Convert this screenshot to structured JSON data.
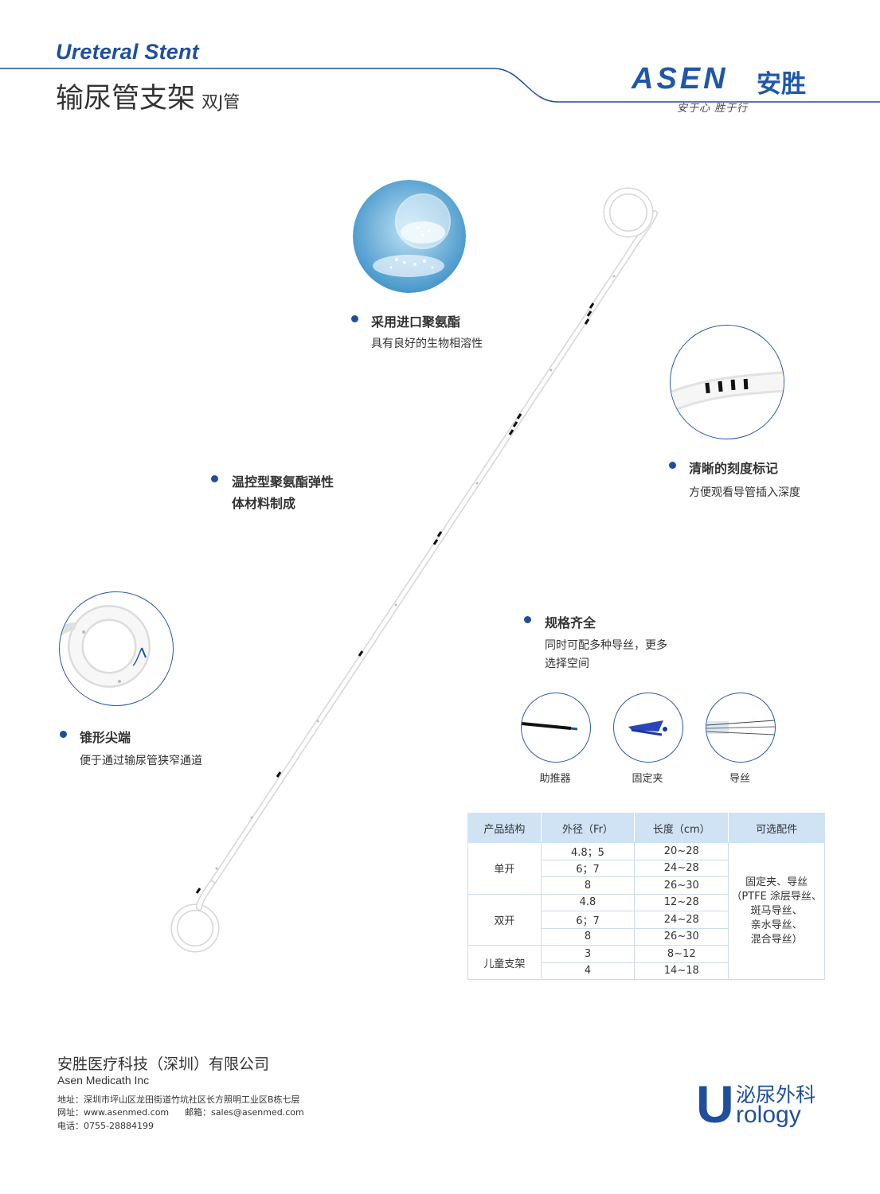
{
  "header": {
    "title_en": "Ureteral Stent",
    "title_cn": "输尿管支架",
    "subtitle_cn": "双J管"
  },
  "brand": {
    "logo_en": "ASEN",
    "logo_cn": "安胜",
    "slogan": "安于心  胜于行",
    "color": "#1f57a8"
  },
  "features": [
    {
      "title": "采用进口聚氨酯",
      "desc": "具有良好的生物相溶性"
    },
    {
      "title": "温控型聚氨酯弹性",
      "title2": "体材料制成"
    },
    {
      "title": "清晰的刻度标记",
      "desc": "方便观看导管插入深度"
    },
    {
      "title": "规格齐全",
      "desc": "同时可配多种导丝，更多",
      "desc2": "选择空间"
    },
    {
      "title": "锥形尖端",
      "desc": "便于通过输尿管狭窄通道"
    }
  ],
  "accessories": [
    "助推器",
    "固定夹",
    "导丝"
  ],
  "table": {
    "headers": [
      "产品结构",
      "外径（Fr）",
      "长度（cm）",
      "可选配件"
    ],
    "groups": [
      {
        "name": "单开",
        "rows": [
          [
            "4.8；5",
            "20~28"
          ],
          [
            "6；7",
            "24~28"
          ],
          [
            "8",
            "26~30"
          ]
        ]
      },
      {
        "name": "双开",
        "rows": [
          [
            "4.8",
            "12~28"
          ],
          [
            "6；7",
            "24~28"
          ],
          [
            "8",
            "26~30"
          ]
        ]
      },
      {
        "name": "儿童支架",
        "rows": [
          [
            "3",
            "8~12"
          ],
          [
            "4",
            "14~18"
          ]
        ]
      }
    ],
    "options_lines": [
      "固定夹、导丝",
      "（PTFE 涂层导丝、",
      "斑马导丝、",
      "亲水导丝、",
      "混合导丝）"
    ]
  },
  "footer": {
    "company_cn": "安胜医疗科技（深圳）有限公司",
    "company_en": "Asen Medicath Inc",
    "address": "地址：深圳市坪山区龙田街道竹坑社区长方照明工业区B栋七层",
    "website": "网址：www.asenmed.com",
    "email": "邮箱：sales@asenmed.com",
    "phone": "电话：0755-28884199",
    "urology_cn": "泌尿外科",
    "urology_letter": "U",
    "urology_rest": "rology"
  }
}
